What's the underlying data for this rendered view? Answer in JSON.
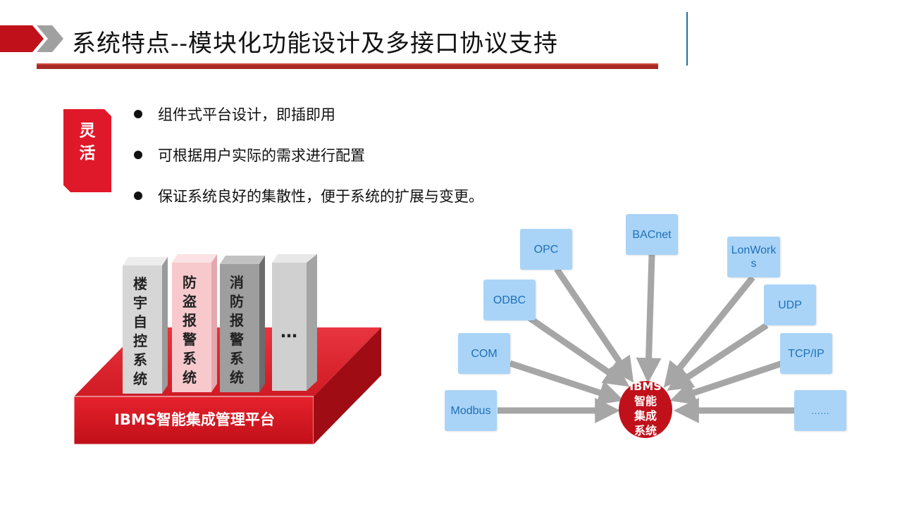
{
  "header": {
    "title": "系统特点--模块化功能设计及多接口协议支持",
    "accent_color": "#c0111b",
    "secondary_color": "#9c9c9c"
  },
  "tag": {
    "label": "灵\n活",
    "color": "#e0192a"
  },
  "bullets": [
    "组件式平台设计，即插即用",
    "可根据用户实际的需求进行配置",
    "保证系统良好的集散性，便于系统的扩展与变更。"
  ],
  "platform": {
    "base_label": "IBMS智能集成管理平台",
    "columns": [
      {
        "label": "楼\n宇\n自\n控\n系\n统",
        "color": "#d4d4d4"
      },
      {
        "label": "防\n盗\n报\n警\n系\n统",
        "color": "#f6c8cc"
      },
      {
        "label": "消\n防\n报\n警\n系\n统",
        "color": "#9e9e9e"
      },
      {
        "label": "…",
        "color": "#cfcfcf"
      }
    ]
  },
  "network": {
    "center_label": "IBMS\n智能\n集成\n系统",
    "protocols": [
      "OPC",
      "BACnet",
      "LonWorks",
      "ODBC",
      "UDP",
      "COM",
      "TCP/IP",
      "Modbus",
      "……"
    ]
  }
}
